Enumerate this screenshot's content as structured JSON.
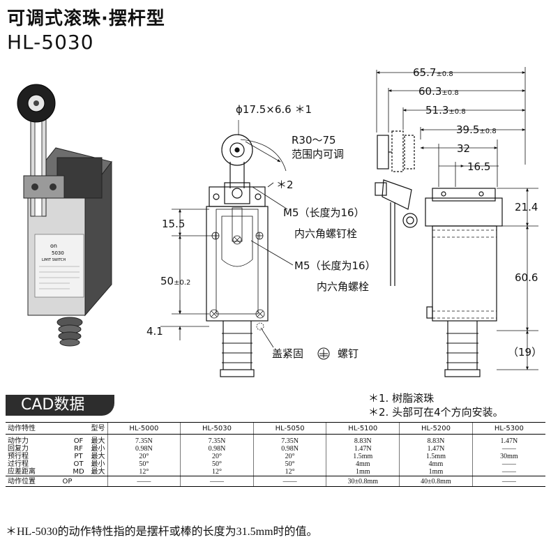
{
  "header": {
    "title": "可调式滚珠·摆杆型",
    "model": "HL-5030"
  },
  "label": {
    "brand": "on",
    "model": "5030",
    "type": "LIMIT SWITCH"
  },
  "front_view": {
    "roller_dim": "ϕ17.5×6.6 ＊1",
    "radius_1": "R30～75",
    "radius_2": "范围内可调",
    "star2": "＊2",
    "d_15_5": "15.5",
    "d_50": "50",
    "d_50_tol": "±0.2",
    "d_4_1": "4.1",
    "bolt1_a": "M5（长度为16）",
    "bolt1_b": "内六角螺钉栓",
    "bolt2_a": "M5（长度为16）",
    "bolt2_b": "内六角螺栓",
    "cover_a": "盖紧固",
    "cover_b": "螺钉"
  },
  "side_view": {
    "d1": "65.7",
    "t1": "±0.8",
    "d2": "60.3",
    "t2": "±0.8",
    "d3": "51.3",
    "t3": "±0.8",
    "d4": "39.5",
    "t4": "±0.8",
    "d5": "32",
    "d6": "16.5",
    "d7": "21.4",
    "d8": "60.6",
    "d9": "（19）"
  },
  "notes": {
    "n1": "＊1. 树脂滚珠",
    "n2": "＊2. 头部可在4个方向安装。"
  },
  "cad_label": "CAD数据",
  "table": {
    "header_label": "动作特性",
    "header_sub": "型号",
    "models": [
      "HL-5000",
      "HL-5030",
      "HL-5050",
      "HL-5100",
      "HL-5200",
      "HL-5300"
    ],
    "rows": [
      {
        "label": "动作力",
        "code": "OF",
        "sub": "最大",
        "values": [
          "7.35N",
          "7.35N",
          "7.35N",
          "8.83N",
          "8.83N",
          "1.47N"
        ]
      },
      {
        "label": "回复力",
        "code": "RF",
        "sub": "最小",
        "values": [
          "0.98N",
          "0.98N",
          "0.98N",
          "1.47N",
          "1.47N",
          "——"
        ]
      },
      {
        "label": "预行程",
        "code": "PT",
        "sub": "最大",
        "values": [
          "20°",
          "20°",
          "20°",
          "1.5mm",
          "1.5mm",
          "30mm"
        ]
      },
      {
        "label": "过行程",
        "code": "OT",
        "sub": "最小",
        "values": [
          "50°",
          "50°",
          "50°",
          "4mm",
          "4mm",
          "——"
        ]
      },
      {
        "label": "应差距离",
        "code": "MD",
        "sub": "最大",
        "values": [
          "12°",
          "12°",
          "12°",
          "1mm",
          "1mm",
          "——"
        ]
      }
    ],
    "op": {
      "label": "动作位置",
      "code": "OP",
      "values": [
        "——",
        "——",
        "——",
        "30±0.8mm",
        "40±0.8mm",
        "——"
      ]
    }
  },
  "footnote": "＊HL-5030的动作特性指的是摆杆或棒的长度为31.5mm时的值。"
}
